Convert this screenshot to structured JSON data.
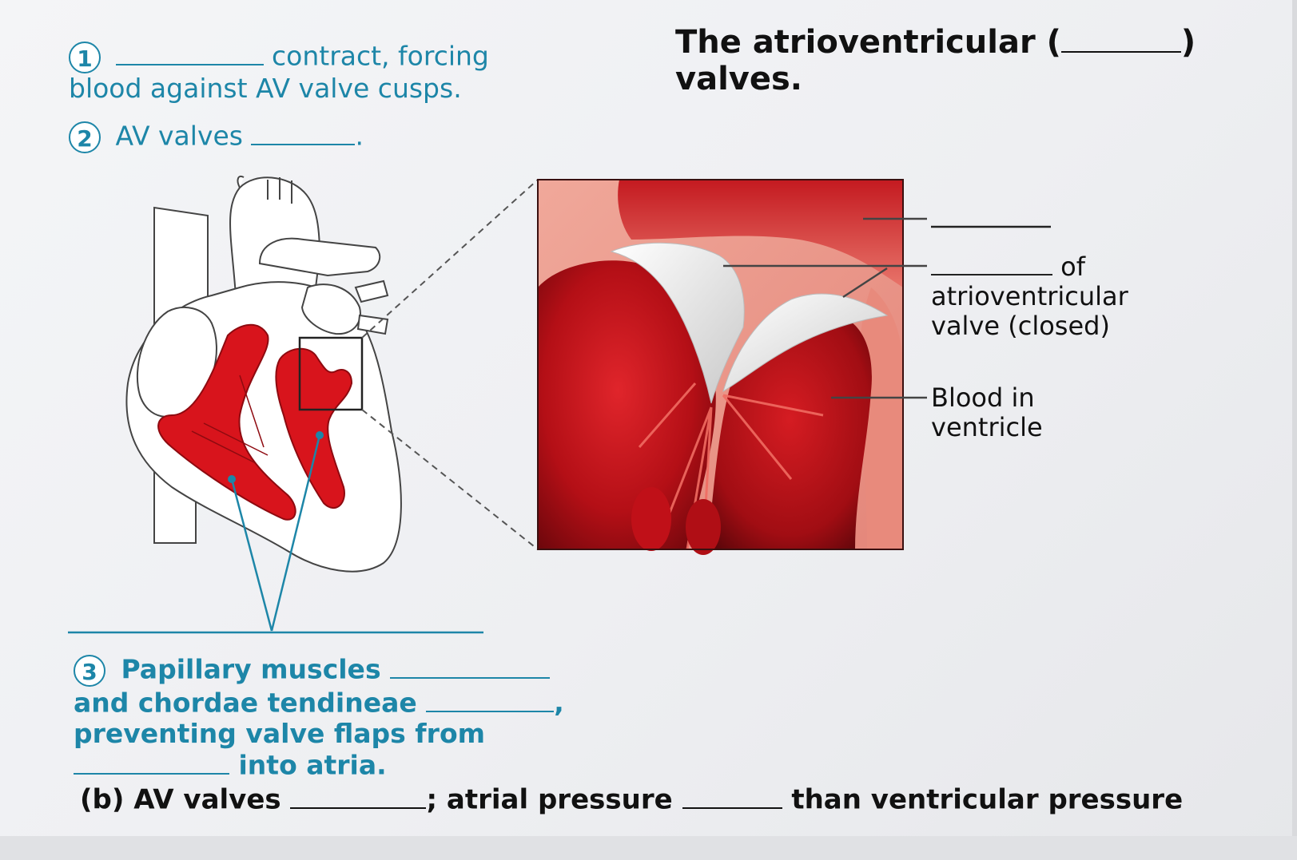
{
  "step1": {
    "number": "1",
    "text_after_blank": "contract, forcing",
    "line2": "blood against AV valve cusps."
  },
  "step2": {
    "number": "2",
    "text": "AV valves",
    "end": "."
  },
  "title": {
    "line1": "The atrioventricular (",
    "close": ")",
    "line2": "valves."
  },
  "labels": {
    "cusp_of": "of",
    "cusp_line2": "atrioventricular",
    "cusp_line3": "valve (closed)",
    "blood_line1": "Blood in",
    "blood_line2": "ventricle"
  },
  "step3": {
    "number": "3",
    "line1": "Papillary muscles",
    "line2": "and chordae tendineae",
    "line2_end": ",",
    "line3": "preventing valve flaps from",
    "line4": "into atria."
  },
  "part_b": {
    "prefix": "(b) AV valves",
    "mid": "; atrial pressure",
    "suffix": "than ventricular pressure"
  },
  "colors": {
    "accent_blue": "#1d86a8",
    "blood_red": "#d8141c",
    "dark_red": "#8e0a10",
    "valve_white": "#f2f2f2"
  }
}
